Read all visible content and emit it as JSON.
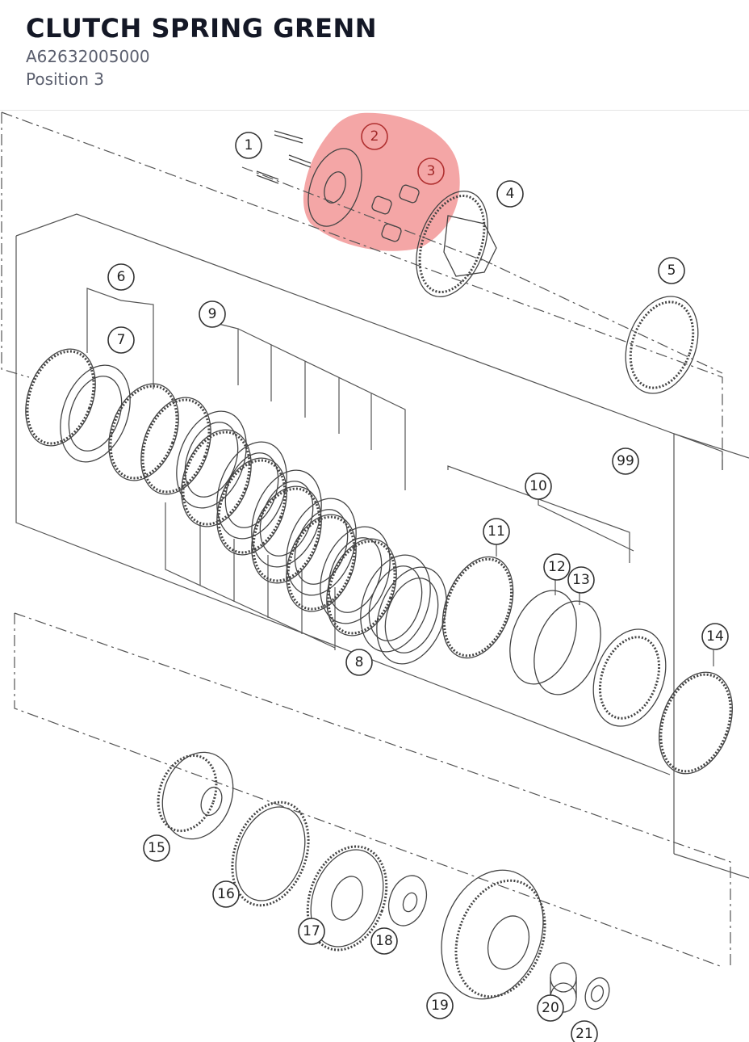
{
  "header": {
    "title": "CLUTCH SPRING GRENN",
    "part_number": "A62632005000",
    "position": "Position 3"
  },
  "diagram": {
    "highlight_color": "#f08080",
    "highlighted_positions": [
      "2",
      "3"
    ],
    "callouts": [
      {
        "id": "1",
        "label": "1"
      },
      {
        "id": "2",
        "label": "2"
      },
      {
        "id": "3",
        "label": "3"
      },
      {
        "id": "4",
        "label": "4"
      },
      {
        "id": "5",
        "label": "5"
      },
      {
        "id": "6",
        "label": "6"
      },
      {
        "id": "7",
        "label": "7"
      },
      {
        "id": "8",
        "label": "8"
      },
      {
        "id": "9",
        "label": "9"
      },
      {
        "id": "10",
        "label": "10"
      },
      {
        "id": "11",
        "label": "11"
      },
      {
        "id": "12",
        "label": "12"
      },
      {
        "id": "13",
        "label": "13"
      },
      {
        "id": "14",
        "label": "14"
      },
      {
        "id": "15",
        "label": "15"
      },
      {
        "id": "16",
        "label": "16"
      },
      {
        "id": "17",
        "label": "17"
      },
      {
        "id": "18",
        "label": "18"
      },
      {
        "id": "19",
        "label": "19"
      },
      {
        "id": "20",
        "label": "20"
      },
      {
        "id": "21",
        "label": "21"
      },
      {
        "id": "99",
        "label": "99"
      }
    ]
  }
}
